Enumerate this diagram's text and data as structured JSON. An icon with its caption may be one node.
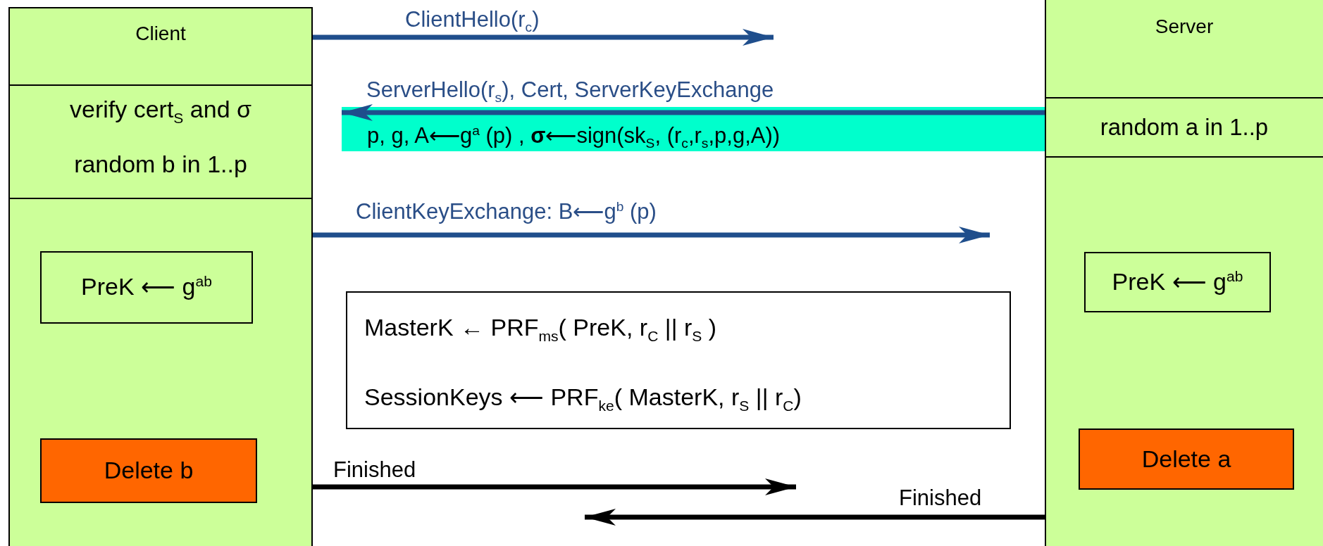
{
  "diagram": {
    "nodes": [
      {
        "text": [
          "Client"
        ]
      },
      {
        "text": [
          "verify  cert$_{S}$  and  σ",
          "random b in 1..p"
        ],
        "in": 0
      },
      {
        "text": [
          "PreK ⟵  g$^{ab}$"
        ],
        "in": 0
      },
      {
        "text": [
          "Delete  b"
        ],
        "in": 0
      },
      {
        "text": [
          "Server"
        ]
      },
      {
        "text": [
          "random a in 1..p"
        ],
        "in": 4
      },
      {
        "text": [
          "PreK ⟵ g$^{ab}$"
        ],
        "in": 4
      },
      {
        "text": [
          "Delete  a"
        ],
        "in": 4
      },
      {
        "text": [
          "p,  g,  A⟵g$^{a}$ (p) ,  **σ**⟵sign(sk$_{S}$, (r$_{c}$,r$_{s}$,p,g,A))"
        ]
      },
      {
        "text": [
          "MasterK ←  PRF$_{ms}$( PreK,   r$_{C}$ || r$_{S}$ )",
          "SessionKeys ⟵ PRF$_{ke}$( MasterK,   r$_{S}$ || r$_{C}$)"
        ]
      }
    ],
    "edges": [
      {
        "from": 0,
        "to": null,
        "arrow": "to",
        "label": "ClientHello(r$_{c}$)"
      },
      {
        "from": 5,
        "to": 8,
        "arrow": "to",
        "label": "ServerHello(r$_{s}$),   Cert,   ServerKeyExchange"
      },
      {
        "from": 0,
        "to": null,
        "arrow": "to",
        "label": "ClientKeyExchange:   B⟵g$^{b}$ (p)"
      },
      {
        "from": 0,
        "to": null,
        "arrow": "to",
        "label": "Finished",
        "color": "#000000"
      },
      {
        "from": 4,
        "to": null,
        "arrow": "to",
        "label": "Finished",
        "color": "#000000"
      }
    ]
  }
}
